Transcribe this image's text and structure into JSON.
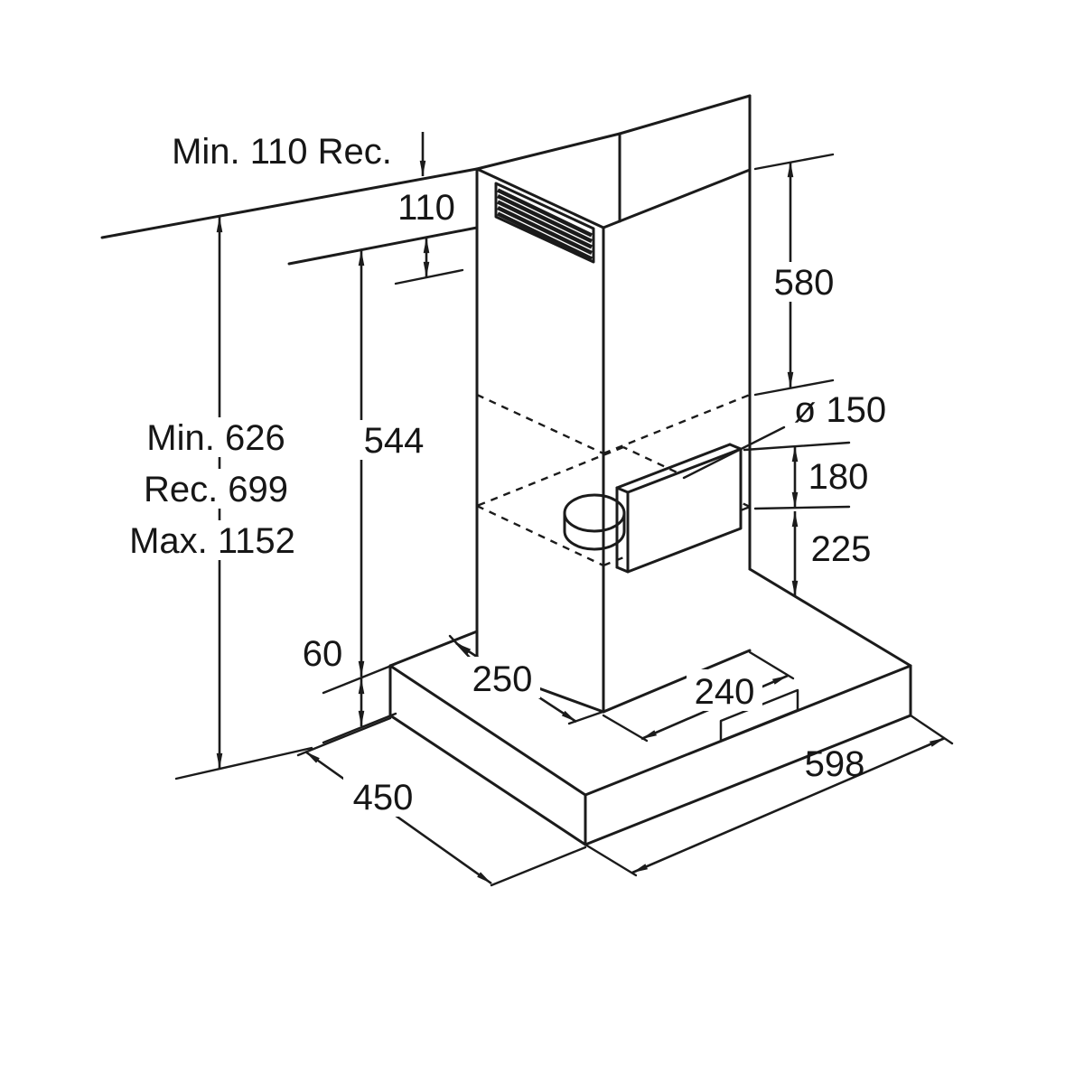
{
  "diagram": {
    "type": "appliance installation dimension drawing",
    "subject": "wall-mounted chimney cooker hood",
    "line_color": "#1b1b1b",
    "background_color": "#ffffff",
    "units_shown": "mm",
    "labels": {
      "ceiling_note": "Min. 110 Rec.",
      "top_clearance": "110",
      "chimney_visible_height": "580",
      "duct_diameter": "ø 150",
      "outlet_plate_height": "180",
      "outlet_offset": "225",
      "install_min": "Min. 626",
      "install_rec": "Rec. 699",
      "install_max": "Max. 1152",
      "chimney_length": "544",
      "body_thickness": "60",
      "body_depth_at_chimney": "250",
      "chimney_width": "240",
      "body_width": "598",
      "body_depth": "450"
    }
  }
}
